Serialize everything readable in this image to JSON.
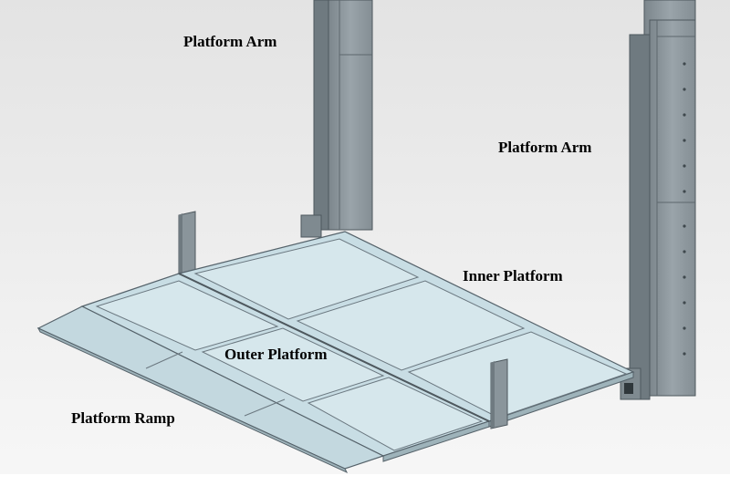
{
  "labels": {
    "platform_arm_left": "Platform Arm",
    "platform_arm_right": "Platform Arm",
    "inner_platform": "Inner Platform",
    "outer_platform": "Outer Platform",
    "platform_ramp": "Platform Ramp"
  },
  "colors": {
    "background_top": "#e3e3e3",
    "background_bottom": "#f7f7f7",
    "arm_face": "#8f9aa0",
    "arm_side": "#6f7a80",
    "platform_surface": "#c8dde4",
    "panel_fill": "#d6e7ec",
    "outline": "#55626a"
  }
}
